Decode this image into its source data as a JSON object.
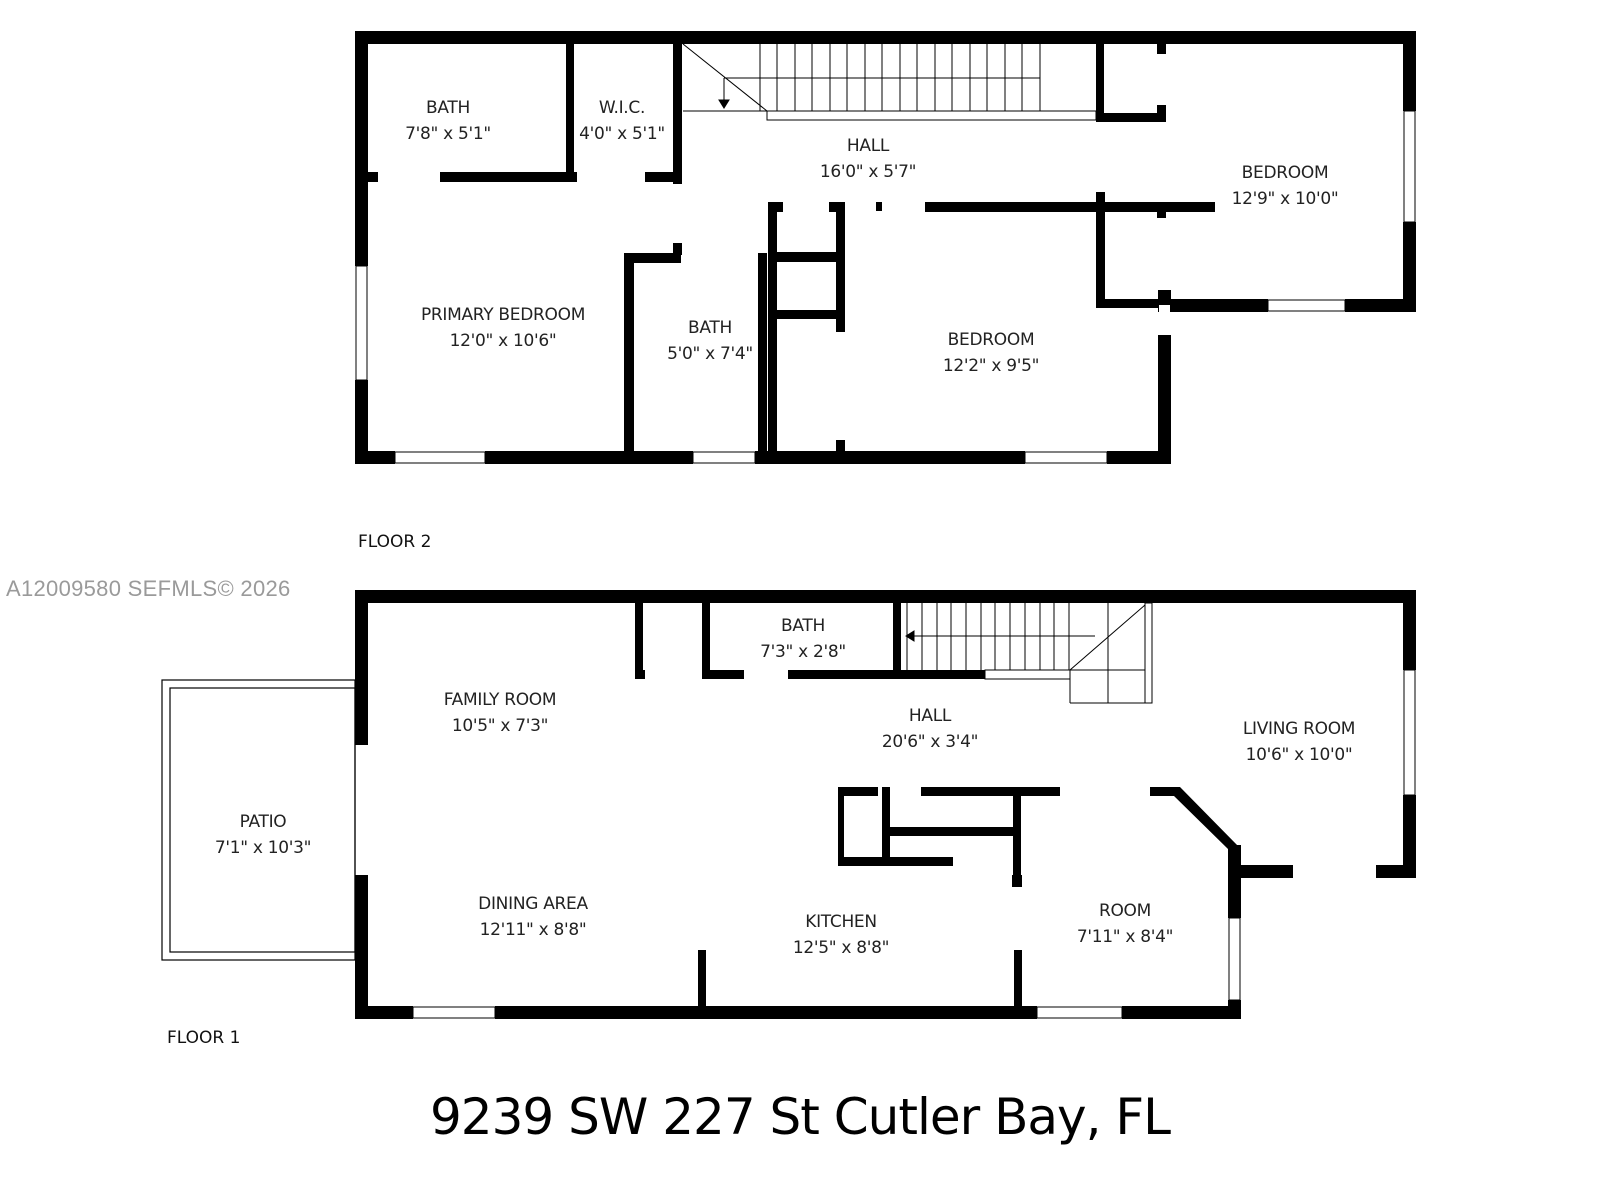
{
  "floor2": {
    "label": "FLOOR 2",
    "rooms": [
      {
        "name": "BATH",
        "dim": "7'8\" x 5'1\""
      },
      {
        "name": "W.I.C.",
        "dim": "4'0\" x 5'1\""
      },
      {
        "name": "HALL",
        "dim": "16'0\" x 5'7\""
      },
      {
        "name": "BEDROOM",
        "dim": "12'9\" x 10'0\""
      },
      {
        "name": "PRIMARY BEDROOM",
        "dim": "12'0\" x 10'6\""
      },
      {
        "name": "BATH",
        "dim": "5'0\" x 7'4\""
      },
      {
        "name": "BEDROOM",
        "dim": "12'2\" x 9'5\""
      }
    ]
  },
  "floor1": {
    "label": "FLOOR 1",
    "rooms": [
      {
        "name": "BATH",
        "dim": "7'3\" x 2'8\""
      },
      {
        "name": "FAMILY ROOM",
        "dim": "10'5\" x 7'3\""
      },
      {
        "name": "HALL",
        "dim": "20'6\" x 3'4\""
      },
      {
        "name": "LIVING ROOM",
        "dim": "10'6\" x 10'0\""
      },
      {
        "name": "PATIO",
        "dim": "7'1\" x 10'3\""
      },
      {
        "name": "DINING AREA",
        "dim": "12'11\" x 8'8\""
      },
      {
        "name": "KITCHEN",
        "dim": "12'5\" x 8'8\""
      },
      {
        "name": "ROOM",
        "dim": "7'11\" x 8'4\""
      }
    ]
  },
  "watermark": "A12009580  SEFMLS© 2026",
  "address": "9239 SW 227 St Cutler Bay, FL",
  "colors": {
    "wall": "#000000",
    "background": "#ffffff",
    "watermark": "#9a9a9a"
  }
}
